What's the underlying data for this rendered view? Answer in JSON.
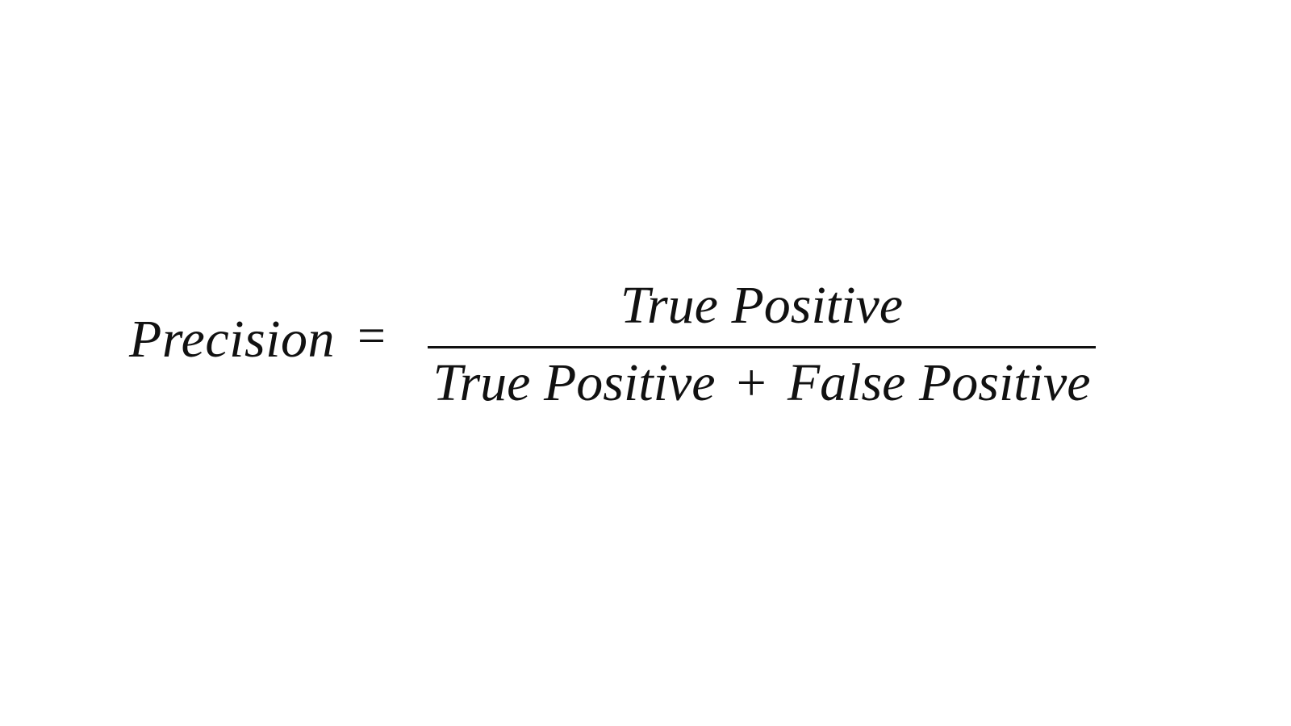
{
  "formula": {
    "lhs": "Precision",
    "operator": "=",
    "numerator": "True Positive",
    "denominator": {
      "term1": "True Positive",
      "operator": "+",
      "term2": "False Positive"
    }
  },
  "colors": {
    "background": "#ffffff",
    "text": "#111111"
  }
}
